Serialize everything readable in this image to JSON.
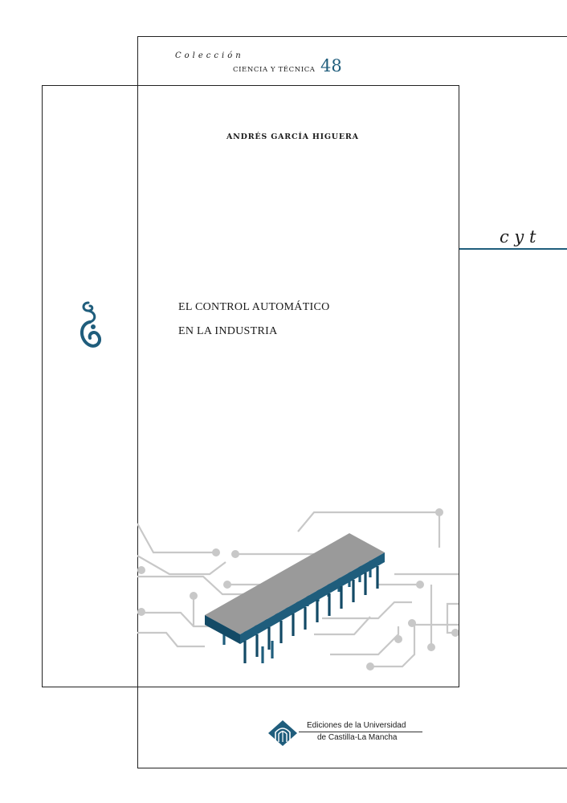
{
  "series": {
    "word": "Colección",
    "name": "CIENCIA Y TÉCNICA",
    "number": "48"
  },
  "author": "ANDRÉS GARCÍA HIGUERA",
  "title": {
    "line1": "EL CONTROL AUTOMÁTICO",
    "line2": "EN LA INDUSTRIA"
  },
  "spine_mark": "c y t",
  "publisher": {
    "line1": "Ediciones de la Universidad",
    "line2": "de Castilla-La Mancha"
  },
  "icons": {
    "spine_ornament": "scroll-ornament-icon",
    "circuit": "integrated-circuit-chip-icon",
    "publisher": "publisher-emblem-icon"
  },
  "colors": {
    "accent": "#1f5d7c",
    "ink": "#1a1a1a",
    "trace": "#c8c8c8",
    "chip_top": "#9a9a9a"
  }
}
